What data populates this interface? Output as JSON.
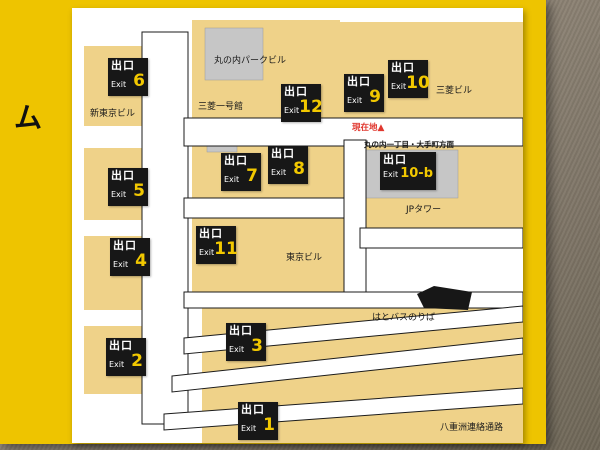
{
  "colors": {
    "panel_yellow": "#eec400",
    "map_white": "#ffffff",
    "block_tan": "#efd289",
    "building_gray": "#c6c6c6",
    "exit_black": "#171717",
    "exit_number_yellow": "#f2c800",
    "current_location_red": "#e0372e",
    "wall_gray_brown": "#8b8173"
  },
  "side_text": "ム",
  "exits": [
    {
      "jp": "出口",
      "en": "Exit",
      "num": "1"
    },
    {
      "jp": "出口",
      "en": "Exit",
      "num": "2"
    },
    {
      "jp": "出口",
      "en": "Exit",
      "num": "3"
    },
    {
      "jp": "出口",
      "en": "Exit",
      "num": "4"
    },
    {
      "jp": "出口",
      "en": "Exit",
      "num": "5"
    },
    {
      "jp": "出口",
      "en": "Exit",
      "num": "6"
    },
    {
      "jp": "出口",
      "en": "Exit",
      "num": "7"
    },
    {
      "jp": "出口",
      "en": "Exit",
      "num": "8"
    },
    {
      "jp": "出口",
      "en": "Exit",
      "num": "9"
    },
    {
      "jp": "出口",
      "en": "Exit",
      "num": "10"
    },
    {
      "jp": "出口",
      "en": "Exit",
      "num": "10-b"
    },
    {
      "jp": "出口",
      "en": "Exit",
      "num": "11"
    },
    {
      "jp": "出口",
      "en": "Exit",
      "num": "12"
    }
  ],
  "buildings": {
    "marunouchi_park_bldg": "丸の内パークビル",
    "shin_tokyo_bldg": "新東京ビル",
    "mitsubishi_ichigokan": "三菱一号館",
    "mitsubishi_bldg": "三菱ビル",
    "jp_tower": "JPタワー",
    "tokyo_bldg": "東京ビル",
    "hato_bus_stop": "はとバスのりば",
    "yaesu_passage": "八重洲連絡通路"
  },
  "markers": {
    "current_location": "現在地",
    "current_marker": "▲",
    "direction": "丸の内一丁目・大手町方面"
  }
}
